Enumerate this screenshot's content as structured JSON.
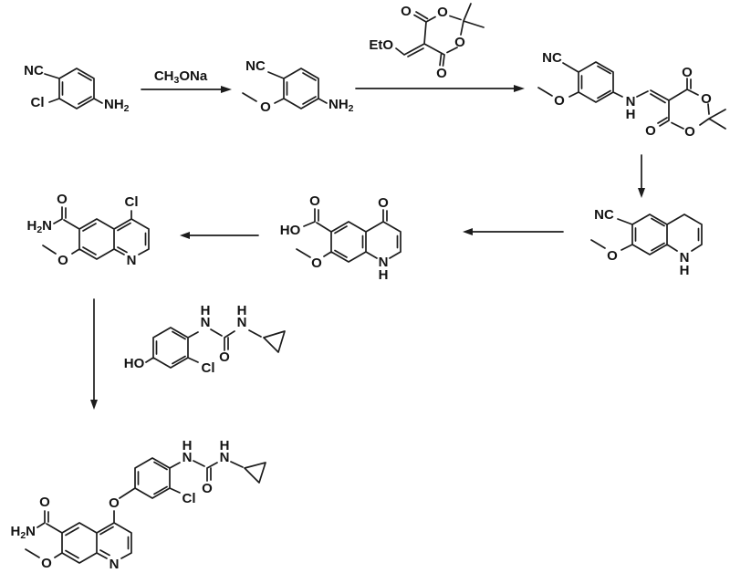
{
  "scheme": {
    "step1_reagent": {
      "pre": "CH",
      "sub": "3",
      "post": "ONa"
    }
  },
  "labels": {
    "s1": {
      "nitrile": "NC",
      "chloro": "Cl",
      "amine": "NH",
      "amine_sub": "2"
    },
    "s2": {
      "nitrile": "NC",
      "methoxy_o": "O",
      "amine": "NH",
      "amine_sub": "2"
    },
    "meldrum": {
      "ethoxy": "EtO",
      "carbonyl_o_left": "O",
      "ring_o_top": "O",
      "ring_o_right": "O",
      "carbonyl_o_bottom": "O"
    },
    "s3": {
      "nitrile": "NC",
      "methoxy_o": "O",
      "amine_n": "N",
      "amine_h": "H",
      "carbonyl_o_top": "O",
      "ring_o_top": "O",
      "ring_o_bottom": "O",
      "carbonyl_o_bottom": "O"
    },
    "s4": {
      "nitrile": "NC",
      "methoxy_o": "O",
      "ring_n": "N",
      "ring_nh": "H"
    },
    "s5": {
      "acid_carbonyl_o": "O",
      "acid_ho": "HO",
      "methoxy_o": "O",
      "ketone_o": "O",
      "ring_n": "N",
      "ring_nh": "H"
    },
    "s6": {
      "amide_o": "O",
      "amide_h": "H",
      "amide_sub": "2",
      "amide_n": "N",
      "methoxy_o": "O",
      "chloro": "Cl",
      "ring_n": "N"
    },
    "s7": {
      "hydroxy": "HO",
      "chloro": "Cl",
      "anilide_n": "N",
      "anilide_h": "H",
      "urea_o": "O",
      "cyclopropylamine_n": "N",
      "cyclopropylamine_h": "H"
    },
    "product": {
      "amide_o": "O",
      "amide_h": "H",
      "amide_sub": "2",
      "amide_n": "N",
      "methoxy_o": "O",
      "quinoline_n": "N",
      "ether_o": "O",
      "chloro": "Cl",
      "anilide_n": "N",
      "anilide_h": "H",
      "urea_o": "O",
      "cyclopropylamine_n": "N",
      "cyclopropylamine_h": "H"
    }
  }
}
